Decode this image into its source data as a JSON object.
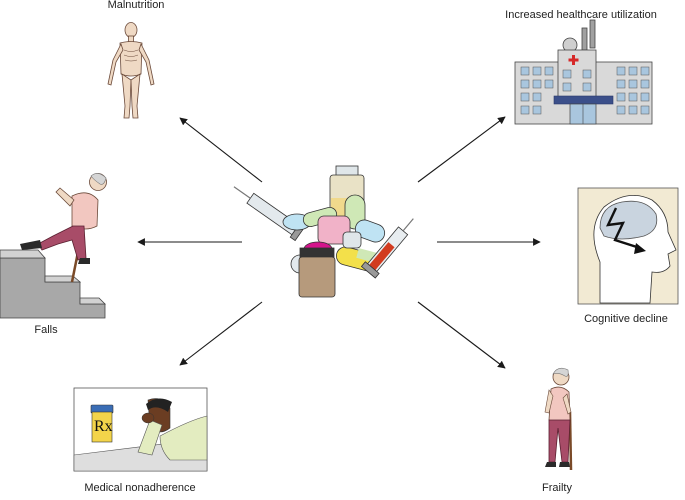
{
  "diagram": {
    "center": {
      "name": "polypharmacy-medications"
    },
    "labels": {
      "malnutrition": "Malnutrition",
      "healthcare": "Increased healthcare utilization",
      "falls": "Falls",
      "cognitive": "Cognitive decline",
      "nonadherence": "Medical nonadherence",
      "frailty": "Frailty",
      "rx": "Rx"
    },
    "colors": {
      "arrow": "#1a1a1a",
      "skin": "#efd9c4",
      "sweater": "#f2c7c0",
      "trousers": "#a84c68",
      "dark_skin": "#6b3d22",
      "shirt": "#e3ecc0",
      "head_profile": "#f2ead3",
      "brain": "#c9d4df",
      "building": "#d9d9d9",
      "window": "#a9c6de",
      "pill_blue": "#bfe3f3",
      "pill_green": "#cfe8b6",
      "pill_yellow": "#f3e04a",
      "pill_pink": "#f1b2c8",
      "pill_magenta": "#d4148c",
      "jar": "#b69a7c"
    }
  }
}
